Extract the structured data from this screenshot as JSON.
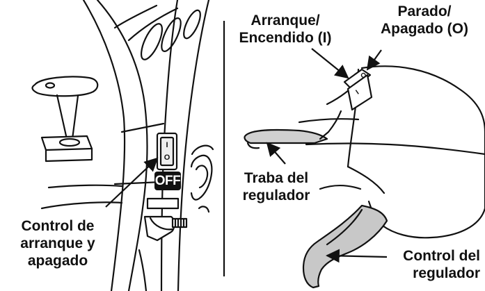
{
  "left_panel": {
    "switch_marks": {
      "on": "I",
      "off": "O"
    },
    "off_badge": "OFF",
    "label_lines": [
      "Control de",
      "arranque y",
      "apagado"
    ]
  },
  "right_panel": {
    "start_label_lines": [
      "Arranque/",
      "Encendido (I)"
    ],
    "stop_label_lines": [
      "Parado/",
      "Apagado (O)"
    ],
    "switch_marks": {
      "on": "I",
      "off": "O"
    },
    "lock_label_lines": [
      "Traba del",
      "regulador"
    ],
    "throttle_label_lines": [
      "Control del",
      "regulador"
    ]
  }
}
